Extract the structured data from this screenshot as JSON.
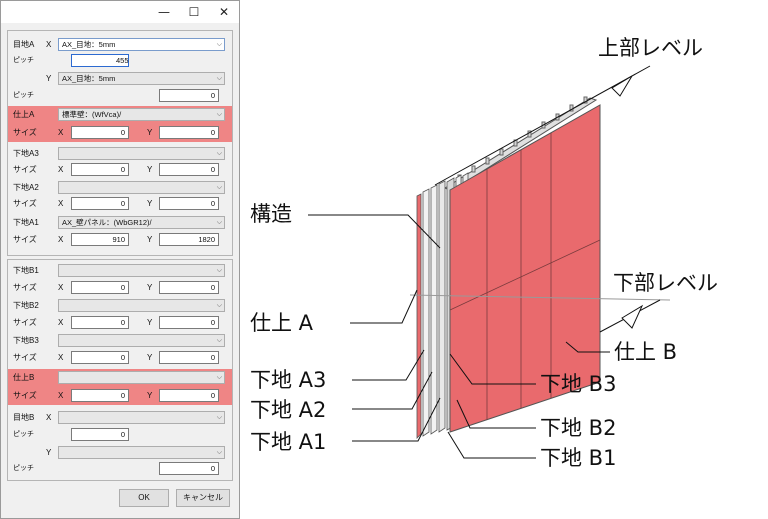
{
  "window": {
    "minimize": "—",
    "maximize": "☐",
    "close": "✕"
  },
  "form": {
    "joint_a": {
      "label": "目地A",
      "x": "X",
      "x_value": "AX_目地：5mm",
      "pitch_label": "ピッチ",
      "pitch_value": "455",
      "y": "Y",
      "y_value": "AX_目地：5mm",
      "pitch2_label": "ピッチ",
      "pitch2_value": "0"
    },
    "finish_a": {
      "label": "仕上A",
      "value": "標準壁：(WfVca)/",
      "size_label": "サイズ",
      "x": "X",
      "x_value": "0",
      "y": "Y",
      "y_value": "0"
    },
    "base_a3": {
      "label": "下地A3",
      "value": "",
      "size_label": "サイズ",
      "x": "X",
      "x_value": "0",
      "y": "Y",
      "y_value": "0"
    },
    "base_a2": {
      "label": "下地A2",
      "value": "",
      "size_label": "サイズ",
      "x": "X",
      "x_value": "0",
      "y": "Y",
      "y_value": "0"
    },
    "base_a1": {
      "label": "下地A1",
      "value": "AX_壁パネル：(WbGR12)/",
      "size_label": "サイズ",
      "x": "X",
      "x_value": "910",
      "y": "Y",
      "y_value": "1820"
    },
    "base_b1": {
      "label": "下地B1",
      "value": "",
      "size_label": "サイズ",
      "x": "X",
      "x_value": "0",
      "y": "Y",
      "y_value": "0"
    },
    "base_b2": {
      "label": "下地B2",
      "value": "",
      "size_label": "サイズ",
      "x": "X",
      "x_value": "0",
      "y": "Y",
      "y_value": "0"
    },
    "base_b3": {
      "label": "下地B3",
      "value": "",
      "size_label": "サイズ",
      "x": "X",
      "x_value": "0",
      "y": "Y",
      "y_value": "0"
    },
    "finish_b": {
      "label": "仕上B",
      "value": "",
      "size_label": "サイズ",
      "x": "X",
      "x_value": "0",
      "y": "Y",
      "y_value": "0"
    },
    "joint_b": {
      "label": "目地B",
      "x": "X",
      "x_value": "",
      "pitch_label": "ピッチ",
      "pitch_value": "0",
      "y": "Y",
      "y_value": "",
      "pitch2_label": "ピッチ",
      "pitch2_value": "0"
    },
    "ok": "OK",
    "cancel": "キャンセル"
  },
  "diagram": {
    "upper_level": "上部レベル",
    "lower_level": "下部レベル",
    "structure": "構造",
    "finish_a": "仕上 A",
    "base_a3": "下地 A3",
    "base_a2": "下地 A2",
    "base_a1": "下地 A1",
    "finish_b": "仕上 B",
    "base_b3": "下地 B3",
    "base_b2": "下地 B2",
    "base_b1": "下地 B1",
    "finish_color": "#e96a6d",
    "highlight_color": "#ef8585"
  }
}
